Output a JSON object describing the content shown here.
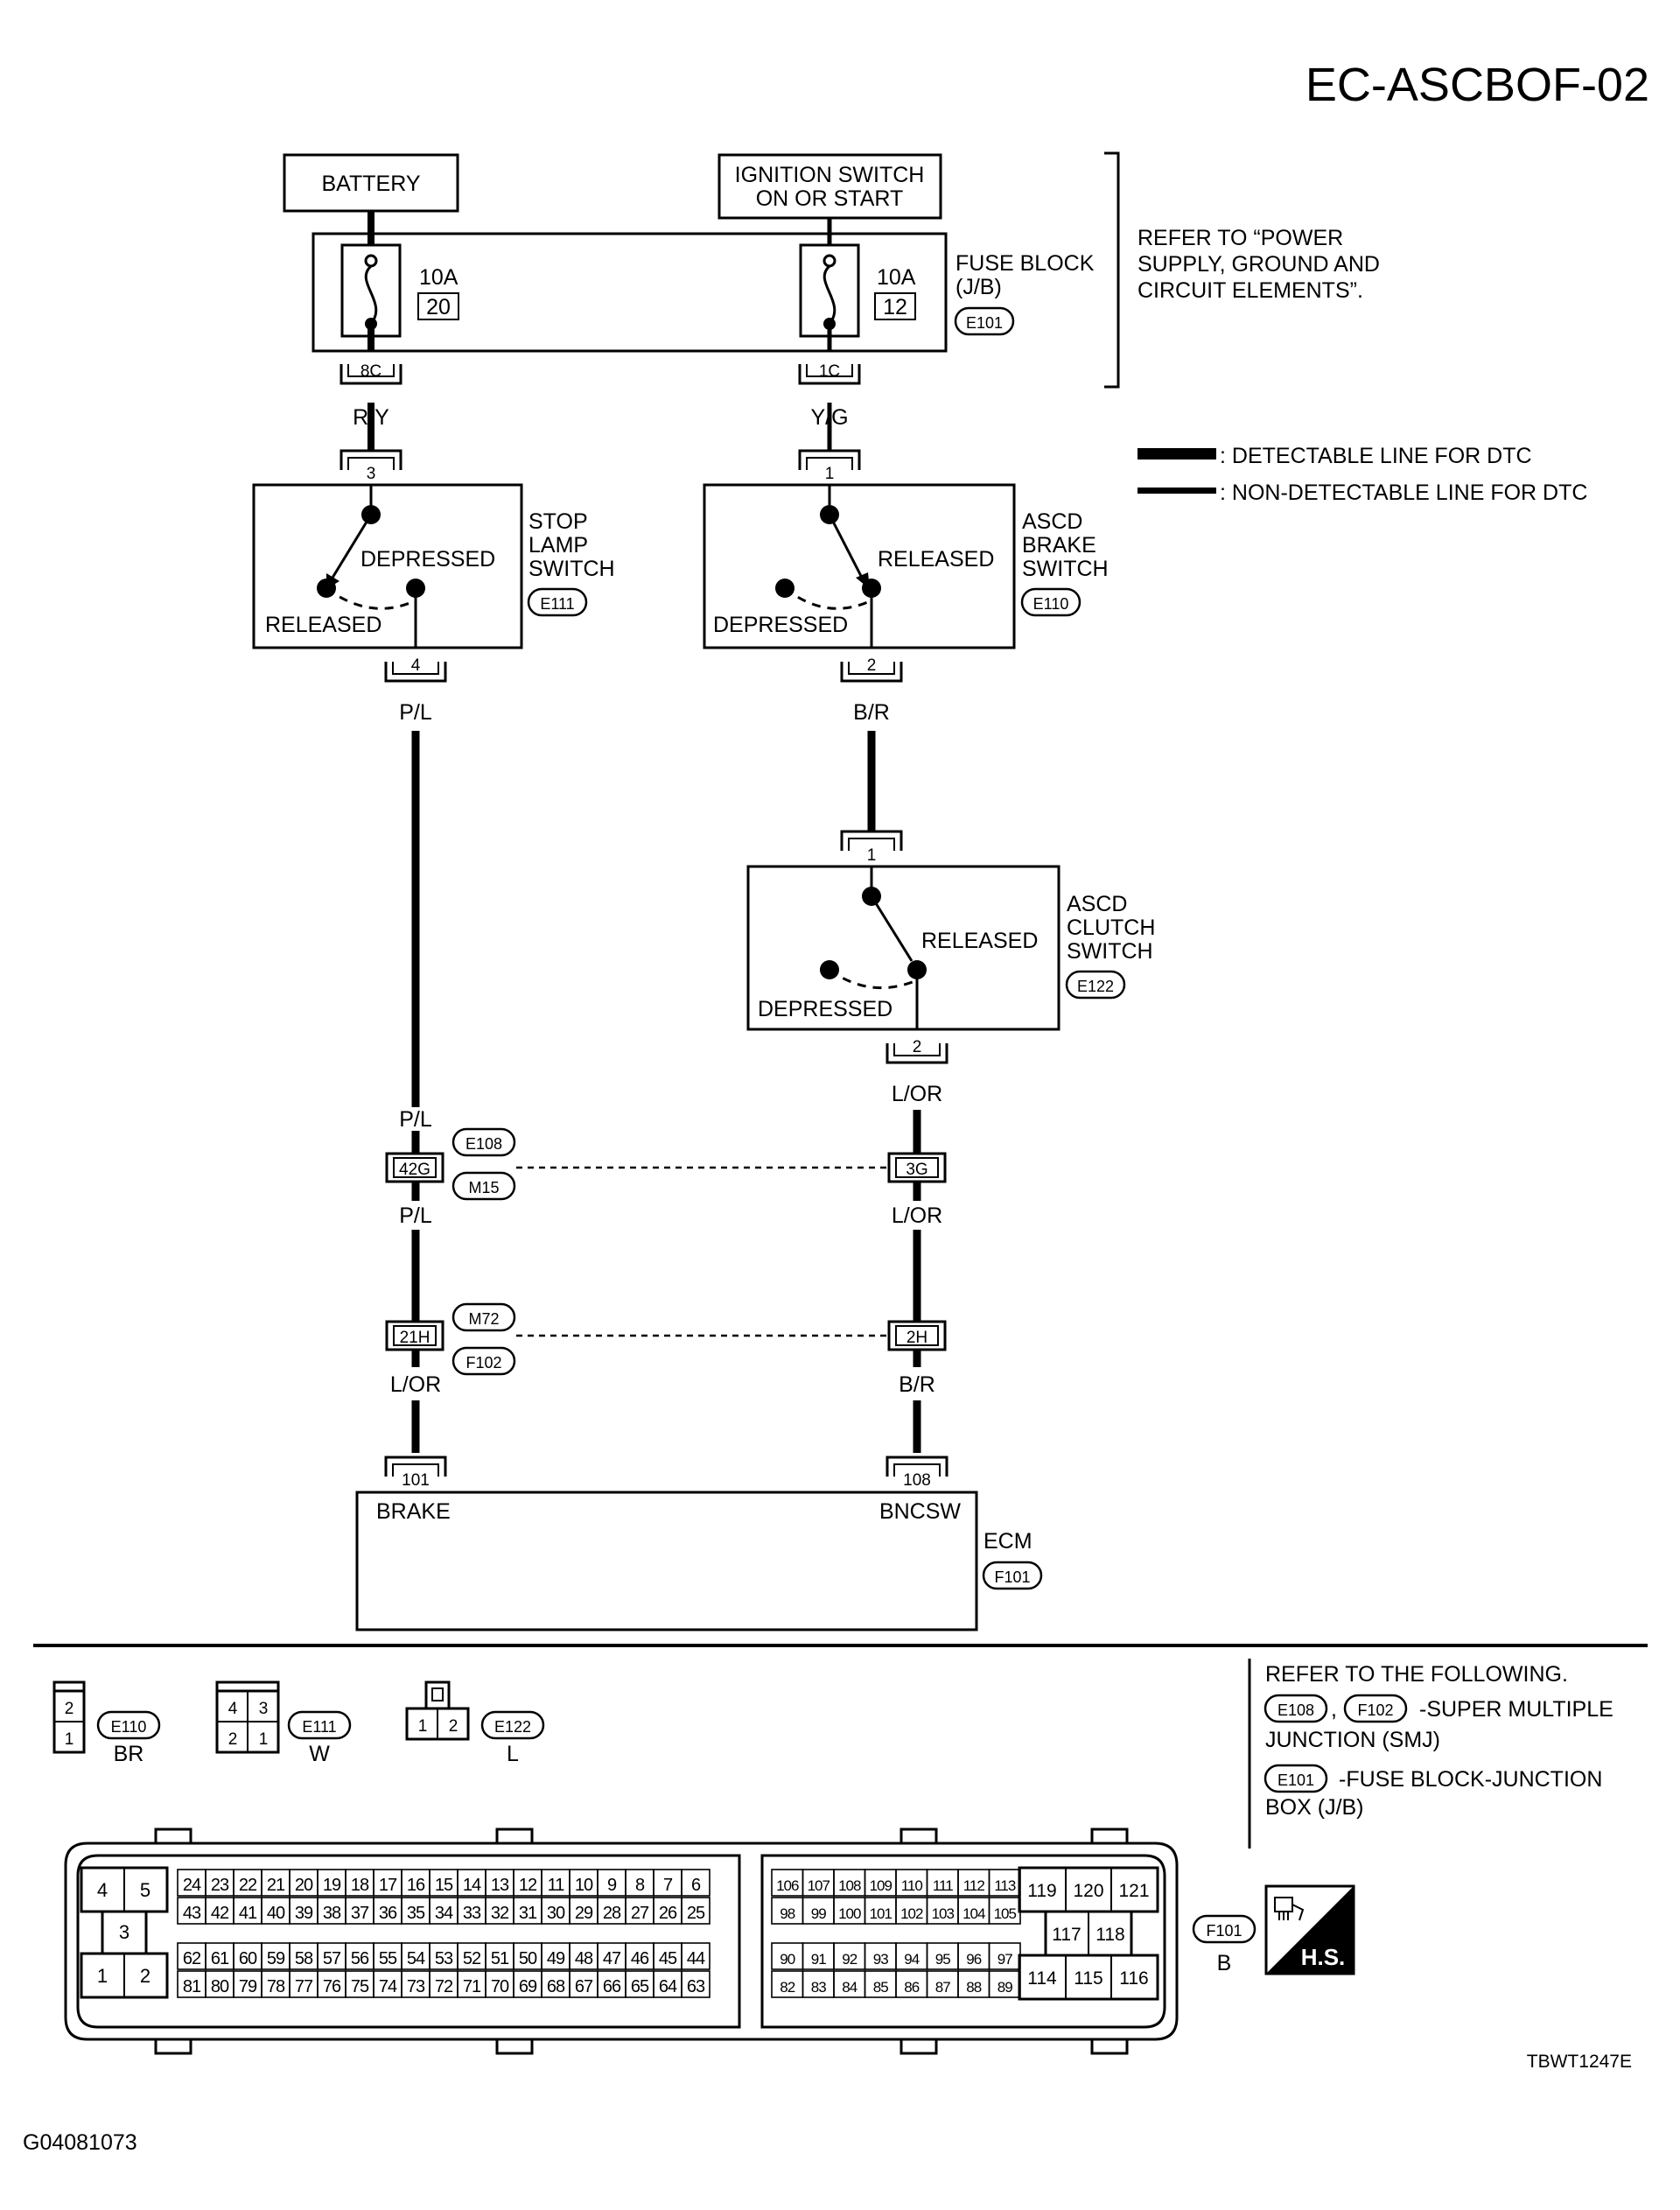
{
  "title": "EC-ASCBOF-02",
  "figure_code": "TBWT1247E",
  "doc_id": "G04081073",
  "components": {
    "battery": "BATTERY",
    "ignition_line1": "IGNITION SWITCH",
    "ignition_line2": "ON OR START",
    "fuse1_amp": "10A",
    "fuse1_num": "20",
    "fuse2_amp": "10A",
    "fuse2_num": "12",
    "fuse_block_line1": "FUSE BLOCK",
    "fuse_block_line2": "(J/B)",
    "fuse_block_conn": "E101",
    "refer_line1": "REFER TO “POWER",
    "refer_line2": "SUPPLY, GROUND AND",
    "refer_line3": "CIRCUIT ELEMENTS”.",
    "stop_lamp_line1": "STOP",
    "stop_lamp_line2": "LAMP",
    "stop_lamp_line3": "SWITCH",
    "stop_lamp_conn": "E111",
    "asbr_line1": "ASCD",
    "asbr_line2": "BRAKE",
    "asbr_line3": "SWITCH",
    "asbr_conn": "E110",
    "ascl_line1": "ASCD",
    "ascl_line2": "CLUTCH",
    "ascl_line3": "SWITCH",
    "ascl_conn": "E122",
    "depressed": "DEPRESSED",
    "released": "RELEASED",
    "ecm": "ECM",
    "ecm_conn": "F101",
    "brake": "BRAKE",
    "bncsw": "BNCSW"
  },
  "legend": {
    "detectable": ": DETECTABLE LINE FOR DTC",
    "non_detectable": ": NON-DETECTABLE LINE FOR DTC"
  },
  "pins": {
    "p8c": "8C",
    "p1c": "1C",
    "p3": "3",
    "p1": "1",
    "p4": "4",
    "p2": "2",
    "p1b": "1",
    "p2b": "2",
    "p42g": "42G",
    "p3g": "3G",
    "p21h": "21H",
    "p2h": "2H",
    "p101": "101",
    "p108": "108"
  },
  "wires": {
    "ry": "R/Y",
    "yg": "Y/G",
    "pl": "P/L",
    "br": "B/R",
    "lor": "L/OR"
  },
  "junctions": {
    "e108": "E108",
    "m15": "M15",
    "m72": "M72",
    "f102": "F102"
  },
  "connectors": {
    "e110": "E110",
    "e110_color": "BR",
    "e111": "E111",
    "e111_color": "W",
    "e122": "E122",
    "e122_color": "L",
    "f101": "F101",
    "f101_color": "B",
    "hs": "H.S."
  },
  "refer_following": {
    "line1": "REFER TO THE FOLLOWING.",
    "c1": "E108",
    "sep": ",",
    "c2": "F102",
    "smj1": "-SUPER MULTIPLE",
    "smj2": "JUNCTION (SMJ)",
    "c3": "E101",
    "fb1": "-FUSE BLOCK-JUNCTION",
    "fb2": "BOX (J/B)"
  },
  "ecm_pins": {
    "left_a": [
      "4",
      "5"
    ],
    "left_b": "3",
    "left_c": [
      "1",
      "2"
    ],
    "row1": [
      "24",
      "23",
      "22",
      "21",
      "20",
      "19",
      "18",
      "17",
      "16",
      "15",
      "14",
      "13",
      "12",
      "11",
      "10",
      "9",
      "8",
      "7",
      "6"
    ],
    "row2": [
      "43",
      "42",
      "41",
      "40",
      "39",
      "38",
      "37",
      "36",
      "35",
      "34",
      "33",
      "32",
      "31",
      "30",
      "29",
      "28",
      "27",
      "26",
      "25"
    ],
    "row3": [
      "62",
      "61",
      "60",
      "59",
      "58",
      "57",
      "56",
      "55",
      "54",
      "53",
      "52",
      "51",
      "50",
      "49",
      "48",
      "47",
      "46",
      "45",
      "44"
    ],
    "row4": [
      "81",
      "80",
      "79",
      "78",
      "77",
      "76",
      "75",
      "74",
      "73",
      "72",
      "71",
      "70",
      "69",
      "68",
      "67",
      "66",
      "65",
      "64",
      "63"
    ],
    "mid1": [
      "106",
      "107",
      "108",
      "109",
      "110",
      "111",
      "112",
      "113"
    ],
    "mid2": [
      "98",
      "99",
      "100",
      "101",
      "102",
      "103",
      "104",
      "105"
    ],
    "mid3": [
      "90",
      "91",
      "92",
      "93",
      "94",
      "95",
      "96",
      "97"
    ],
    "mid4": [
      "82",
      "83",
      "84",
      "85",
      "86",
      "87",
      "88",
      "89"
    ],
    "right1": [
      "119",
      "120",
      "121"
    ],
    "right2": [
      "117",
      "118"
    ],
    "right3": [
      "114",
      "115",
      "116"
    ]
  },
  "small_conn_pins": {
    "e110_top": "2",
    "e110_bot": "1",
    "e111": [
      "4",
      "3",
      "2",
      "1"
    ],
    "e122": [
      "1",
      "2"
    ]
  }
}
